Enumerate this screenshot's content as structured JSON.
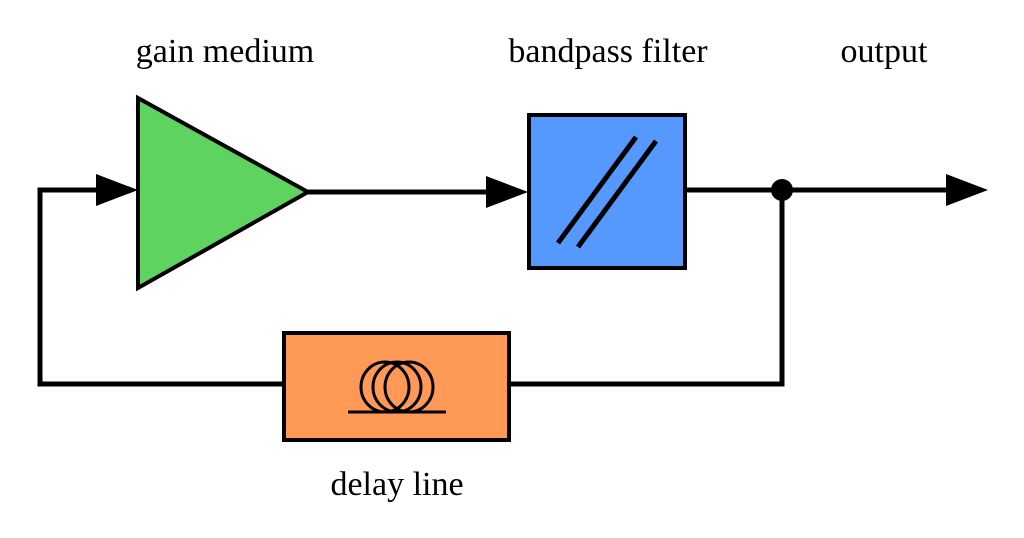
{
  "labels": {
    "gain_medium": "gain medium",
    "bandpass_filter": "bandpass filter",
    "output": "output",
    "delay_line": "delay line"
  },
  "colors": {
    "gain_medium_fill": "#5fd35f",
    "bandpass_filter_fill": "#5599ff",
    "delay_line_fill": "#ff9955",
    "line": "#000000"
  },
  "icons": {
    "gain_medium": "amplifier-triangle-icon",
    "bandpass_filter": "filter-double-slash-icon",
    "delay_line": "fiber-coil-icon"
  }
}
